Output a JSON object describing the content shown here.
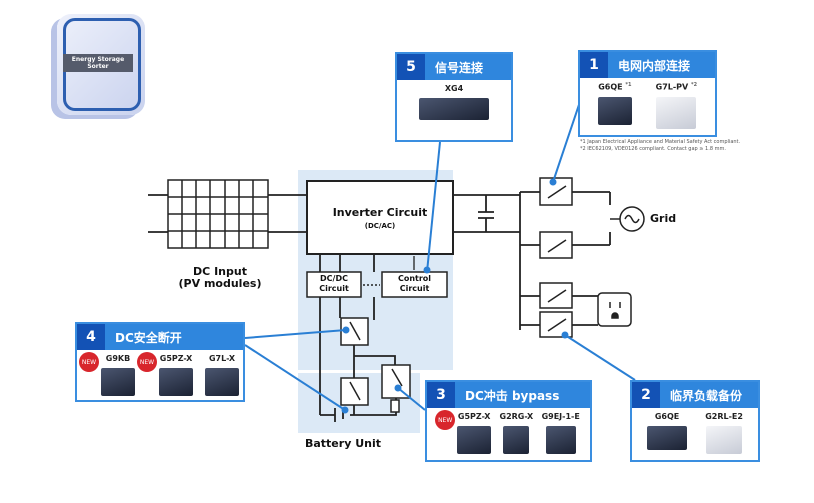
{
  "logo": {
    "label": "Energy Storage Sorter"
  },
  "labels": {
    "inverter": "Inverter  Circuit",
    "inverter_sub": "(DC/AC)",
    "dcdc": "DC/DC Circuit",
    "control": "Control Circuit",
    "dc_input": "DC Input",
    "dc_input_sub": "(PV modules)",
    "battery_unit": "Battery Unit",
    "grid": "Grid"
  },
  "cards": [
    {
      "num": "5",
      "title": "信号连接",
      "products": [
        {
          "name": "XG4",
          "color": "dark"
        }
      ]
    },
    {
      "num": "1",
      "title": "电网内部连接",
      "products": [
        {
          "name": "G6QE",
          "note": "*1",
          "color": "dark"
        },
        {
          "name": "G7L-PV",
          "note": "*2",
          "color": "white"
        }
      ],
      "notes": [
        "*1 Japan Electrical Appliance and Material Safety Act compliant.",
        "*2 IEC62109, VDE0126 compliant.  Contact gap ≥ 1.8 mm."
      ]
    },
    {
      "num": "4",
      "title": "DC安全断开",
      "products": [
        {
          "name": "G9KB",
          "new": true,
          "color": "dark"
        },
        {
          "name": "G5PZ-X",
          "new": true,
          "color": "dark"
        },
        {
          "name": "G7L-X",
          "color": "dark"
        }
      ]
    },
    {
      "num": "3",
      "title": "DC冲击 bypass",
      "products": [
        {
          "name": "G5PZ-X",
          "new": true,
          "color": "dark"
        },
        {
          "name": "G2RG-X",
          "color": "dark"
        },
        {
          "name": "G9EJ-1-E",
          "color": "dark"
        }
      ]
    },
    {
      "num": "2",
      "title": "临界负载备份",
      "products": [
        {
          "name": "G6QE",
          "color": "dark"
        },
        {
          "name": "G2RL-E2",
          "color": "white"
        }
      ]
    }
  ],
  "new_badge": "NEW",
  "colors": {
    "accent": "#2f86dd",
    "accent_dark": "#1352b5",
    "leader": "#2a7fd4",
    "panel": "#dce9f6",
    "new": "#d8262c"
  }
}
